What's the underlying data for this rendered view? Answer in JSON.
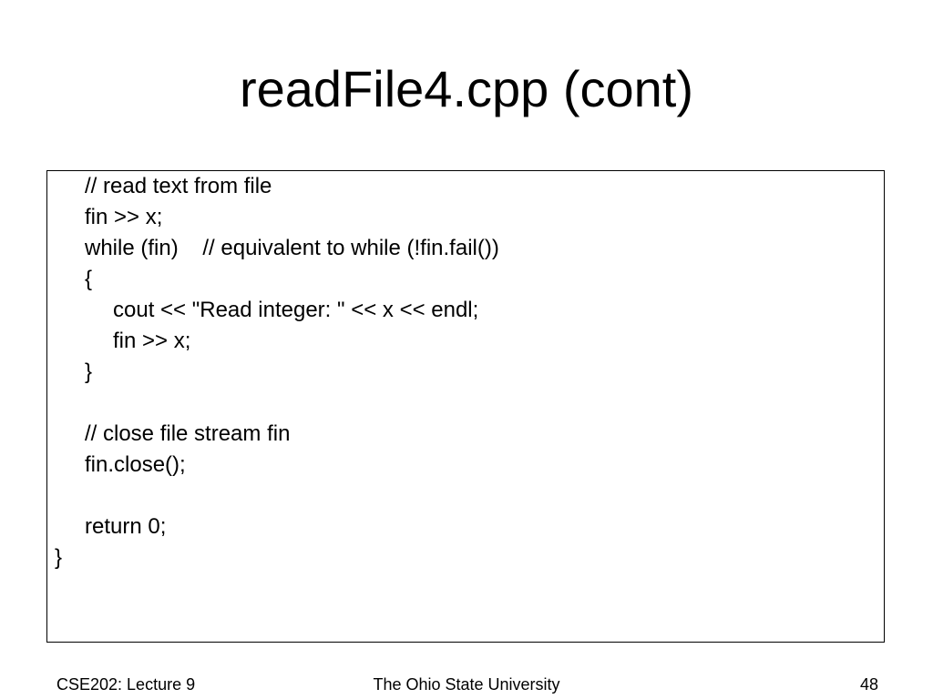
{
  "slide": {
    "title": "readFile4.cpp (cont)"
  },
  "code": {
    "lines": [
      "// read text from file",
      "fin >> x;",
      "while (fin)    // equivalent to while (!fin.fail())",
      "{",
      "cout << \"Read integer: \" << x << endl;",
      "fin >> x;",
      "}",
      "",
      "// close file stream fin",
      "fin.close();",
      "",
      "return 0;",
      "}"
    ]
  },
  "footer": {
    "course": "CSE202: Lecture 9",
    "institution": "The Ohio State University",
    "page_number": "48"
  }
}
